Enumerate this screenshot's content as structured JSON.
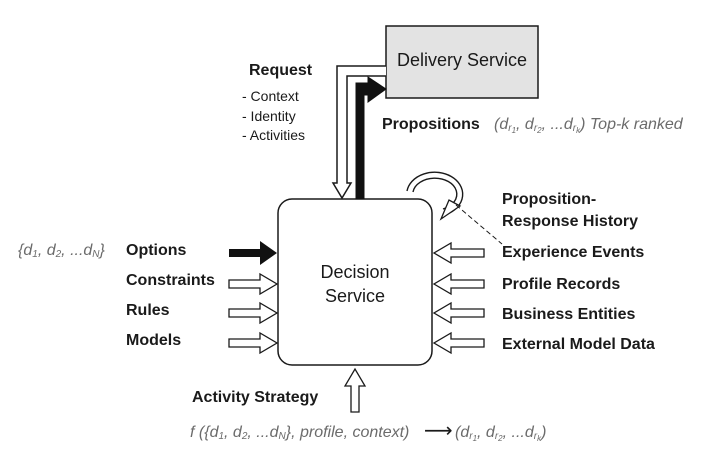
{
  "delivery_service": {
    "label": "Delivery Service"
  },
  "decision_service": {
    "line1": "Decision",
    "line2": "Service"
  },
  "request": {
    "title": "Request",
    "items": [
      "- Context",
      "- Identity",
      "- Activities"
    ]
  },
  "propositions": {
    "label": "Propositions",
    "formula_prefix": "(d",
    "formula_mid1": ", d",
    "formula_mid2": ", ...d",
    "formula_suffix": ") Top-k ranked",
    "sub1": "r",
    "sub1_sub": "1",
    "sub2": "r",
    "sub2_sub": "2",
    "subk": "r",
    "subk_sub": "k"
  },
  "left_inputs": {
    "options_set_prefix": "{d",
    "options_set_sub1": "1",
    "options_set_mid1": ", d",
    "options_set_sub2": "2",
    "options_set_mid2": ", ...d",
    "options_set_subN": "N",
    "options_set_suffix": "}",
    "items": [
      "Options",
      "Constraints",
      "Rules",
      "Models"
    ]
  },
  "right_inputs": {
    "history_line1": "Proposition-",
    "history_line2": "Response History",
    "items": [
      "Experience Events",
      "Profile Records",
      "Business Entities",
      "External Model Data"
    ]
  },
  "bottom": {
    "activity_strategy": "Activity Strategy",
    "formula_left": "f ({d",
    "formula_sub1": "1",
    "formula_mid1": ", d",
    "formula_sub2": "2",
    "formula_mid2": ", ...d",
    "formula_subN": "N",
    "formula_tail": "}, profile, context)",
    "arrow": "⟶",
    "result_prefix": "(d",
    "result_sub1": "r",
    "result_sub1_sub": "1",
    "result_mid1": ", d",
    "result_sub2": "r",
    "result_sub2_sub": "2",
    "result_mid2": ", ...d",
    "result_subk": "r",
    "result_subk_sub": "k",
    "result_suffix": ")"
  },
  "colors": {
    "box_fill": "#e3e3e3",
    "stroke": "#1a1a1a",
    "muted_text": "#6b6b6b"
  }
}
